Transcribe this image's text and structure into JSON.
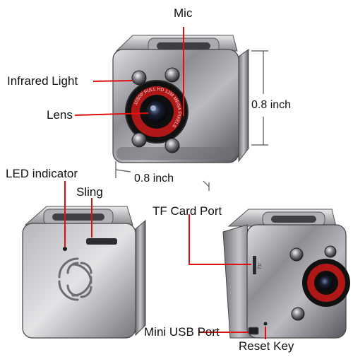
{
  "labels": {
    "mic": "Mic",
    "infrared_light": "Infrared Light",
    "lens": "Lens",
    "led_indicator": "LED indicator",
    "sling": "Sling",
    "tf_card_port": "TF Card Port",
    "mini_usb_port": "Mini USB Port",
    "reset_key": "Reset Key"
  },
  "dimensions": {
    "height": "0.8 inch",
    "width": "0.8 inch"
  },
  "lens_ring_text": "1080P FULL HD 12M MEGA PIXELS",
  "tf_marking": "TF",
  "colors": {
    "callout_line": "#e01010",
    "dimension_line": "#555555",
    "body_metal": "#9a9ca0",
    "lens_ring": "#b01818"
  }
}
